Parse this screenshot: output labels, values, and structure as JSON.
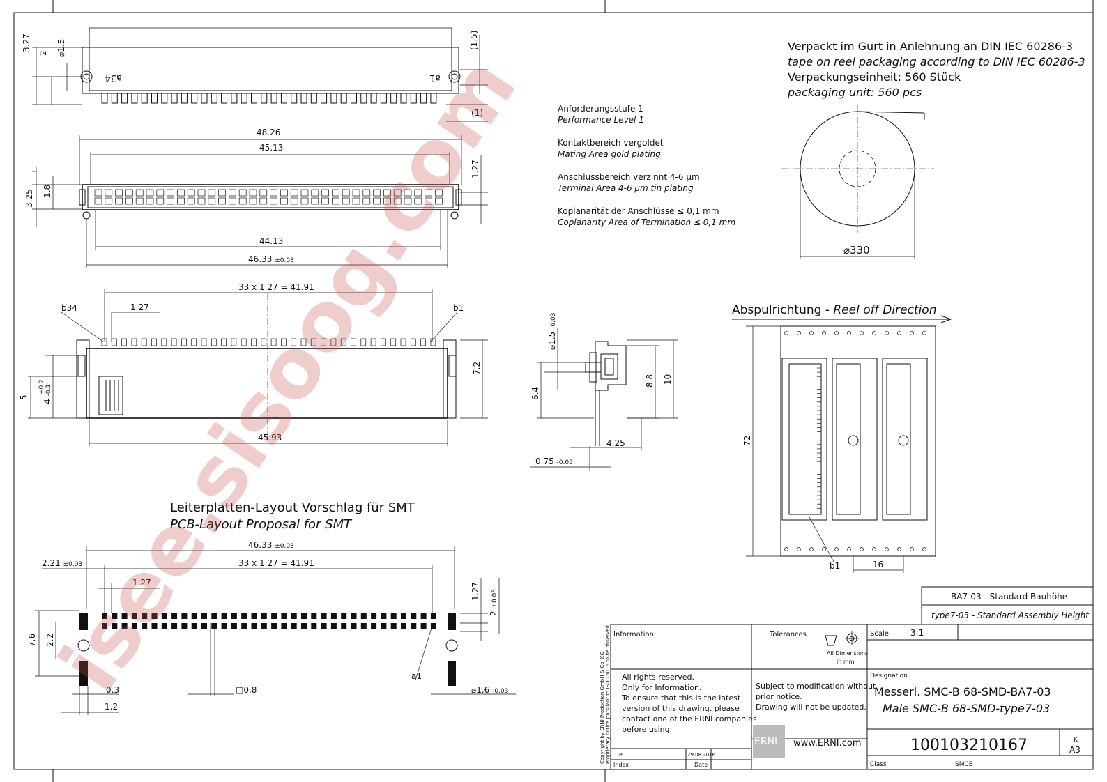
{
  "dims": {
    "top": [
      "3.27",
      "2",
      "1.5",
      "1.5",
      "1"
    ],
    "plan": [
      "48.26",
      "45.13",
      "3.25",
      "1.8",
      "1.27",
      "44.13",
      "46.33",
      "±0.03"
    ],
    "side": [
      "33 x 1.27 = 41.91",
      "b34",
      "1.27",
      "b1",
      "5",
      "+0.2",
      "4",
      "-0.1",
      "7.2",
      "45.93"
    ],
    "section": [
      "1.5",
      "-0.03",
      "6.4",
      "8.8",
      "10",
      "4.25",
      "0.75",
      "-0.05"
    ],
    "pcb": [
      "46.33",
      "±0.03",
      "2.21",
      "±0.03",
      "33 x 1.27 = 41.91",
      "1.27",
      "1.27",
      "2",
      "±0.05",
      "7.6",
      "2.2",
      "a1",
      "0.3",
      "0.8",
      "1.6",
      "-0.03",
      "1.2"
    ]
  },
  "notes": [
    {
      "de": "Anforderungsstufe 1",
      "en": "Performance Level 1"
    },
    {
      "de": "Kontaktbereich vergoldet",
      "en": "Mating Area gold plating"
    },
    {
      "de": "Anschlussbereich verzinnt 4-6 µm",
      "en": "Terminal Area 4-6 µm tin plating"
    },
    {
      "de": "Koplanarität der Anschlüsse ≤ 0,1 mm",
      "en": "Coplanarity Area of Termination ≤ 0,1 mm"
    }
  ],
  "packaging": {
    "line1": "Verpackt im Gurt in Anlehnung an DIN IEC 60286-3",
    "line2": "tape on reel packaging according to DIN IEC 60286-3",
    "line3": "Verpackungseinheit:  560 Stück",
    "line4": "packaging unit:  560 pcs",
    "reel_diameter": "330",
    "reel_title_de": "Abspulrichtung - ",
    "reel_title_en": "Reel off Direction",
    "reel_height": "72",
    "reel_pitch": "16",
    "reel_label": "b1"
  },
  "pcb_title": {
    "de": "Leiterplatten-Layout Vorschlag für SMT",
    "en": "PCB-Layout Proposal for SMT"
  },
  "part_labels": {
    "left": "a34",
    "right": "a1"
  },
  "title_block": {
    "assembly_de": "BA7-03 - Standard Bauhöhe",
    "assembly_en": "type7-03 - Standard Assembly Height",
    "information_label": "Information:",
    "tolerances_label": "Tolerances",
    "all_dimensions": "All Dimensions",
    "in_mm": "in mm",
    "scale_label": "Scale",
    "scale_value": "3:1",
    "rights": [
      "All rights reserved.",
      "Only for Information.",
      "To ensure that this is the latest",
      "version of this drawing. please",
      "contact one of the ERNI companies",
      "before using."
    ],
    "subject": [
      "Subject to modification without",
      "prior notice.",
      "Drawing will not be updated."
    ],
    "designation_label": "Designation",
    "designation_de": "Messerl. SMC-B 68-SMD-BA7-03",
    "designation_en": "Male SMC-B 68-SMD-type7-03",
    "logo": "ERNI",
    "website": "www.ERNI.com",
    "part_number": "100103210167",
    "k_label": "K",
    "format": "A3",
    "class_label": "Class",
    "class_value": "SMCB",
    "index_label": "Index",
    "index_value": "e",
    "date_label": "Date",
    "date_value": "29.08.2016",
    "copyright1": "Copyright by ERNI Production GmbH & Co. KG",
    "copyright2": "Proprietary notice pursuant to ISO 16016 to be observed"
  },
  "watermark": "isee.sisoog.com"
}
